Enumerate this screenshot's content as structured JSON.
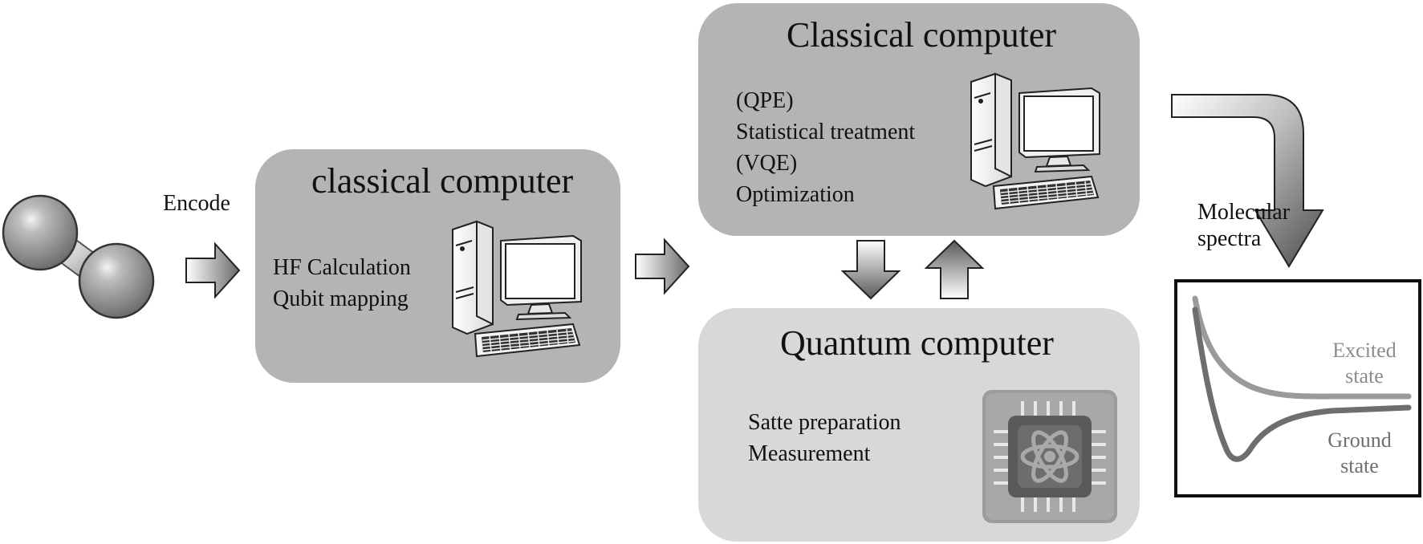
{
  "encode_label": "Encode",
  "classical_1": {
    "title": "classical computer",
    "lines": [
      "HF Calculation",
      "Qubit mapping"
    ]
  },
  "classical_2": {
    "title": "Classical computer",
    "lines": [
      "(QPE)",
      "Statistical treatment",
      "(VQE)",
      "Optimization"
    ]
  },
  "quantum": {
    "title": "Quantum computer",
    "lines": [
      "Satte preparation",
      "Measurement"
    ]
  },
  "spectra": {
    "label_lines": [
      "Molecular",
      "spectra"
    ],
    "excited_lines": [
      "Excited",
      "state"
    ],
    "ground_lines": [
      "Ground",
      "state"
    ]
  },
  "icons": {
    "molecule": "diatomic-molecule-icon",
    "computer": "desktop-computer-icon",
    "chip": "quantum-chip-icon",
    "arrow": "gradient-arrow-icon"
  },
  "colors": {
    "dark_panel": "#b4b4b4",
    "light_panel": "#d8d8d8",
    "excited_curve": "#9a9a9a",
    "ground_curve": "#6e6e6e"
  }
}
